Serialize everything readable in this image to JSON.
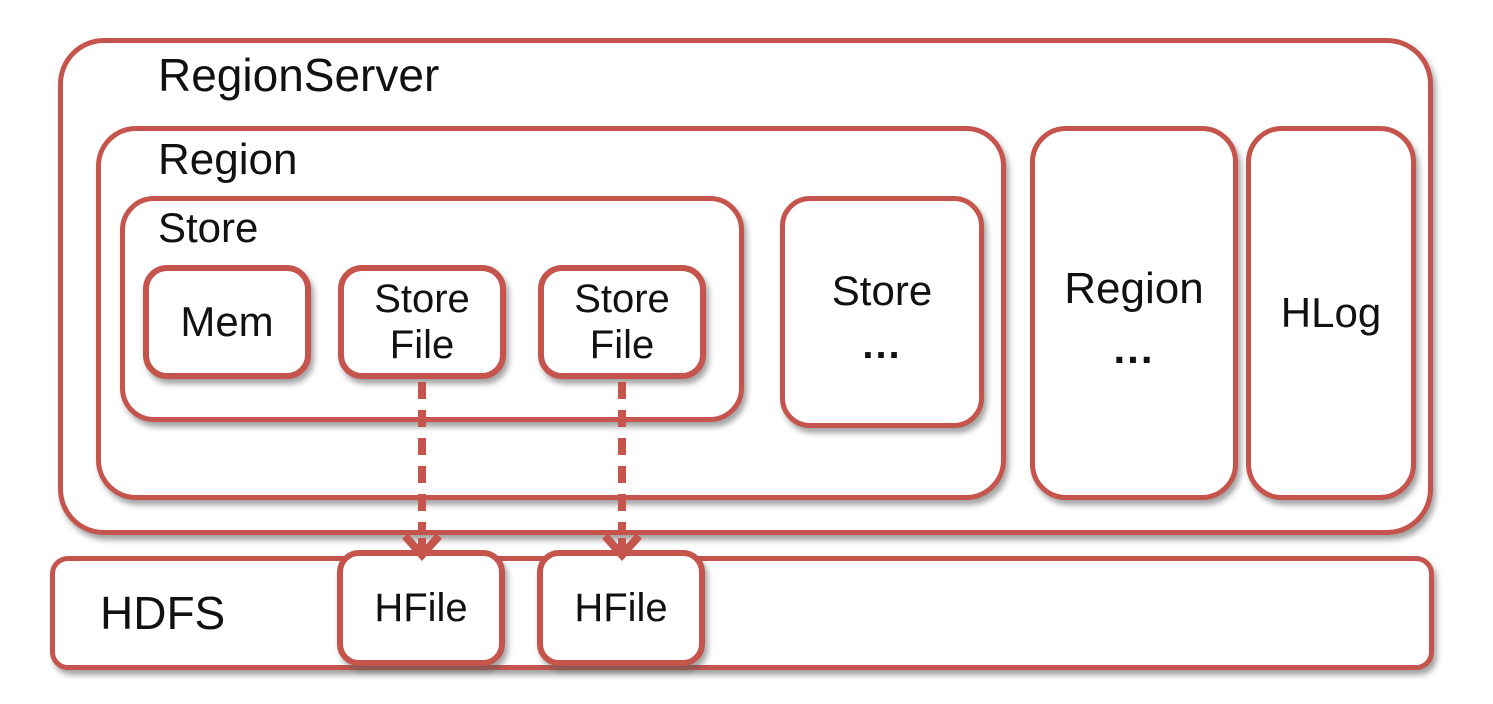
{
  "title": "HBase RegionServer / HDFS storage diagram",
  "colors": {
    "border_red": "#c4544c",
    "text": "#111111",
    "background": "#ffffff"
  },
  "boxes": {
    "region_server": {
      "label": "RegionServer"
    },
    "region": {
      "label": "Region"
    },
    "store": {
      "label": "Store"
    },
    "mem": {
      "label": "Mem"
    },
    "store_file_1": {
      "label": "Store File"
    },
    "store_file_2": {
      "label": "Store File"
    },
    "store_more": {
      "label": "Store",
      "more": "..."
    },
    "region_more": {
      "label": "Region",
      "more": "..."
    },
    "hlog": {
      "label": "HLog"
    },
    "hdfs": {
      "label": "HDFS"
    },
    "hfile_1": {
      "label": "HFile"
    },
    "hfile_2": {
      "label": "HFile"
    }
  },
  "arrows": [
    {
      "from": "store_file_1",
      "to": "hfile_1",
      "style": "dashed"
    },
    {
      "from": "store_file_2",
      "to": "hfile_2",
      "style": "dashed"
    }
  ]
}
